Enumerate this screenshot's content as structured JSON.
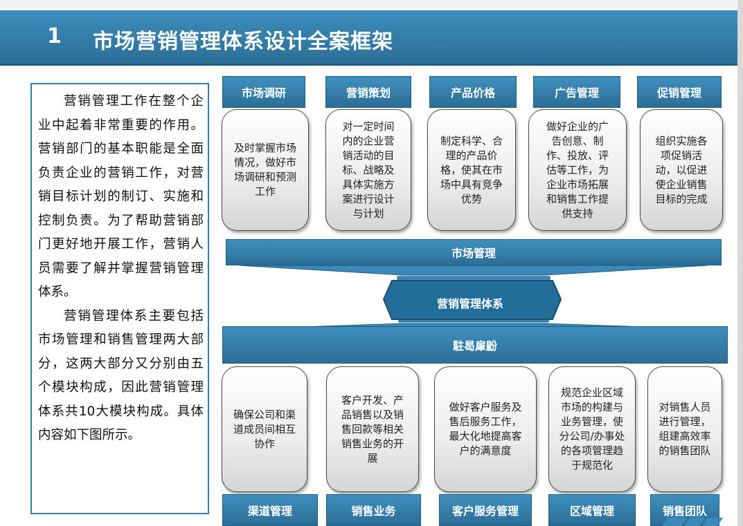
{
  "header": {
    "number": "1",
    "title": "市场营销管理体系设计全案框架"
  },
  "intro": {
    "paragraphs": [
      "营销管理工作在整个企业中起着非常重要的作用。营销部门的基本职能是全面负责企业的营销工作，对营销目标计划的制订、实施和控制负责。为了帮助营销部门更好地开展工作，营销人员需要了解并掌握营销管理体系。",
      "营销管理体系主要包括市场管理和销售管理两大部分，这两大部分又分别由五个模块构成，因此营销管理体系共10大模块构成。具体内容如下图所示。"
    ]
  },
  "top_modules": [
    {
      "title": "市场调研",
      "desc": "及时掌握市场情况，做好市场调研和预测工作"
    },
    {
      "title": "营销策划",
      "desc": "对一定时间内的企业营销活动的目标、战略及具体实施方案进行设计与计划"
    },
    {
      "title": "产品价格",
      "desc": "制定科学、合理的产品价格，使其在市场中具有竞争优势"
    },
    {
      "title": "广告管理",
      "desc": "做好企业的广告创意、制作、投放、评估等工作，为企业市场拓展和销售工作提供支持"
    },
    {
      "title": "促销管理",
      "desc": "组织实施各项促销活动，以促进使企业销售目标的完成"
    }
  ],
  "center": {
    "market_band": "市场管理",
    "system_label": "营销管理体系",
    "sales_band": "駐曷肁鼢"
  },
  "bottom_modules": [
    {
      "title": "渠道管理",
      "desc": "确保公司和渠道成员间相互协作"
    },
    {
      "title": "销售业务",
      "desc": "客户开发、产品销售以及销售回款等相关销售业务的开展"
    },
    {
      "title": "客户服务管理",
      "desc": "做好客户服务及售后服务工作，最大化地提高客户的满意度"
    },
    {
      "title": "区域管理",
      "desc": "规范企业区域市场的构建与业务管理，使分公司/办事处的各项管理趋于规范化"
    },
    {
      "title": "销售团队",
      "desc": "对销售人员进行管理，组建高效率的销售团队"
    }
  ],
  "colors": {
    "primary": "#2f7fab",
    "dark": "#1e5b80",
    "box_border": "#4a4a4a"
  }
}
